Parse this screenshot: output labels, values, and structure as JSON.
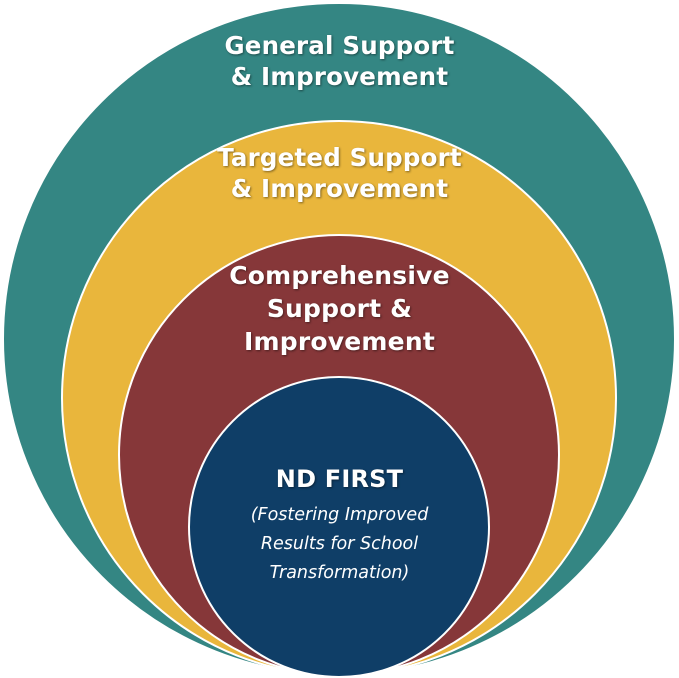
{
  "colors": {
    "outer": "#348683",
    "yellow": "#e9b63c",
    "red": "#863739",
    "inner": "#0f3e67",
    "border": "#ffffff"
  },
  "rings": {
    "outer": {
      "line1": "General Support",
      "line2": "& Improvement"
    },
    "yellow": {
      "line1": "Targeted Support",
      "line2": "& Improvement"
    },
    "red": {
      "line1": "Comprehensive",
      "line2": "Support &",
      "line3": "Improvement"
    },
    "inner": {
      "title": "ND FIRST",
      "sub1": "(Fostering Improved",
      "sub2": "Results for School",
      "sub3": "Transformation)"
    }
  }
}
